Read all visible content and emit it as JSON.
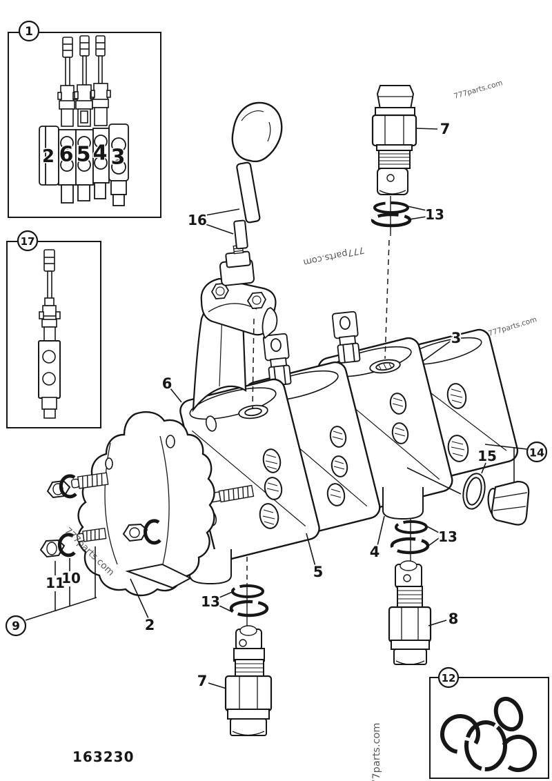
{
  "palette": {
    "ink": "#161616",
    "paper": "#ffffff",
    "watermark_color": "#3a3a3a"
  },
  "watermark": "777parts.com",
  "drawing_number": "163230",
  "insets": {
    "assembled_view": {
      "callout": "1",
      "sections": [
        "2",
        "6",
        "5",
        "4",
        "3"
      ]
    },
    "spool_detail": {
      "callout": "17"
    },
    "seal_kit": {
      "callout": "12"
    }
  },
  "callouts": {
    "control_lever": "16",
    "relief_valve_upper": "7",
    "seals_upper": "13",
    "inlet_section": "3",
    "valve_section_front": "6",
    "valve_section_middle": "5",
    "valve_section_rear": "4",
    "seal_ring": "15",
    "plug_group": "14",
    "seals_rear": "13",
    "relief_valve_rear": "8",
    "seals_lower": "13",
    "relief_valve_lower": "7",
    "end_cover": "2",
    "nut": "11",
    "washer": "10",
    "hardware_group": "9"
  }
}
